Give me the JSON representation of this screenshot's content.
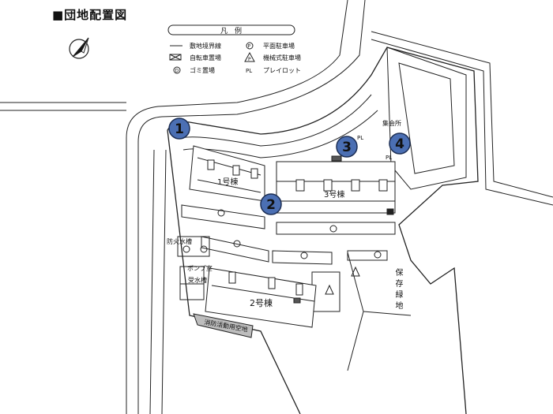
{
  "title": "■団地配置図",
  "legend": {
    "heading": "凡　例",
    "items": [
      {
        "icon": "line-icon",
        "label": "敷地境界線"
      },
      {
        "icon": "bicycle-box-icon",
        "label": "自転車置場"
      },
      {
        "icon": "circle-d-icon",
        "symbol": "D",
        "label": "ゴミ置場"
      },
      {
        "icon": "circle-p-icon",
        "symbol": "P",
        "label": "平面駐車場"
      },
      {
        "icon": "triangle-p-icon",
        "symbol": "P",
        "label": "機械式駐車場"
      },
      {
        "icon": "pl-text",
        "symbol": "PL",
        "label": "プレイロット"
      }
    ]
  },
  "labels": {
    "building1": "1号棟",
    "building2": "2号棟",
    "building3": "3号棟",
    "meeting_hall": "集会所",
    "fire_tank": "防火水槽",
    "pump_room": "ポンプ室",
    "water_tank": "受水槽",
    "fire_space": "消防活動用空地",
    "green": "保存緑地",
    "pl": "PL",
    "p": "P",
    "d": "D"
  },
  "markers": [
    "1",
    "2",
    "3",
    "4"
  ],
  "colors": {
    "marker_fill": "#4b6fb3",
    "marker_stroke": "#1d2f55",
    "fire_space_fill": "#bdbdbd",
    "stair_fill": "#555555"
  }
}
